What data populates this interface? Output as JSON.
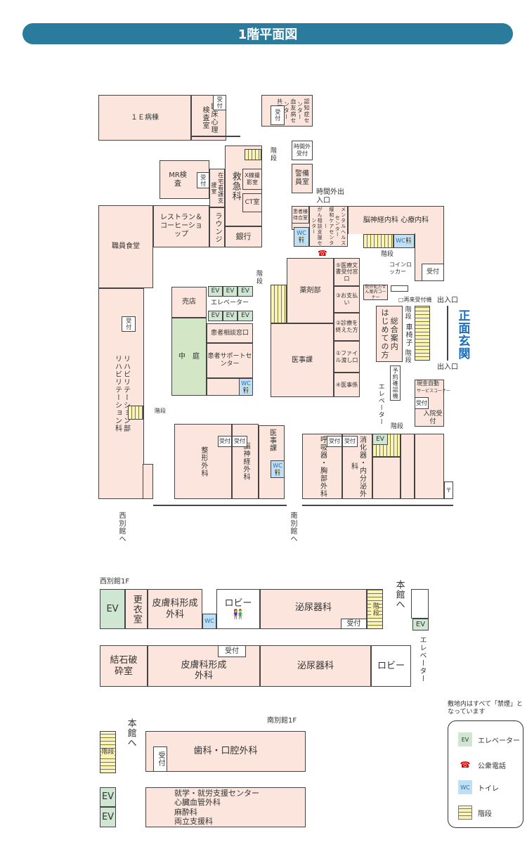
{
  "title": "1階平面図",
  "main": {
    "e1": "１Ｅ病棟",
    "rinsho": "臨床心理",
    "kensa": "検査室",
    "uketsuke": "受付",
    "ninchi": "認知症センター",
    "ketsuyu": "血友病センター",
    "kyodo": "共同外来",
    "jikangai_uketsuke": "時間外受付",
    "keibi": "警備員室",
    "jikangai_deiri": "時間外出入口",
    "kaidan": "階段",
    "xray": "X線撮影室",
    "ct": "CT室",
    "kyukyu": "救急科",
    "ginko": "銀行",
    "zaitaku": "在宅看護支援室",
    "lounge": "ラウンジ",
    "mr": "MR検査",
    "restaurant": "レストラン＆コーヒーショップ",
    "shokudo": "職員食堂",
    "rehab1": "リハビリテーション部",
    "rehab2": "リハビリテーション科",
    "baiten": "売店",
    "ev": "EV",
    "elevator": "エレベーター",
    "soudan": "患者相談窓口",
    "support": "患者サポートセンター",
    "nakaniwa": "中　庭",
    "wc": "WC",
    "machiai": "患者様待合室",
    "kanwa": "緩和ケアセンター",
    "gan": "がん相談支援センター",
    "mental": "メンタルヘルスセンター",
    "noushinkei_nai": "脳神経内科",
    "shinryo": "心療内科",
    "yakuzai": "薬剤部",
    "iji": "医事課",
    "w5": "⑤医療文書受付窓口",
    "w3": "③お支払い",
    "w2": "②診療を終えた方",
    "w1": "①ファイル渡し口",
    "w4": "④医事係",
    "coin": "コインロッカー",
    "ingai": "院外処方せん案内コーナー",
    "sairai": "再来受付機",
    "deiri": "出入口",
    "sogo": "総合案内",
    "hajimete": "はじめての方",
    "kurumaisu": "車椅子",
    "yoyaku": "予約確認機",
    "genkin": "現金自動",
    "service": "サービスコーナー",
    "nyuin": "入院受付",
    "shomen": "正面玄関",
    "seikei": "整形外科",
    "noushinkei_ge": "脳神経外科",
    "kokyuki": "呼吸器・胸部外科",
    "shokaki": "消化器・内分泌外科",
    "post": "〒",
    "nishi_to": "西別館へ",
    "minami_to": "南別館へ"
  },
  "west": {
    "label": "西別館1F",
    "ev": "EV",
    "koui": "更衣室",
    "hifu": "皮膚科形成外科",
    "wc": "WC",
    "lobby": "ロビー",
    "hinyo": "泌尿器科",
    "uketsuke": "受付",
    "kaidan": "階段",
    "honkan": "本館へ",
    "kesseki": "結石破砕室",
    "elevator": "エレベーター"
  },
  "south": {
    "label": "南別館1F",
    "kaidan": "階段",
    "honkan": "本館へ",
    "ev": "EV",
    "shika": "歯科・口腔外科",
    "uketsuke": "受付",
    "depts": [
      "就学・就労支援センター",
      "心臓血管外科",
      "麻酔科",
      "両立支援科"
    ]
  },
  "legend": {
    "note": "敷地内はすべて「禁煙」となっています",
    "items": [
      {
        "label": "エレベーター",
        "icon": "EV"
      },
      {
        "label": "公衆電話",
        "icon": "☎"
      },
      {
        "label": "トイレ",
        "icon": "WC"
      },
      {
        "label": "階段",
        "icon": ""
      }
    ]
  }
}
